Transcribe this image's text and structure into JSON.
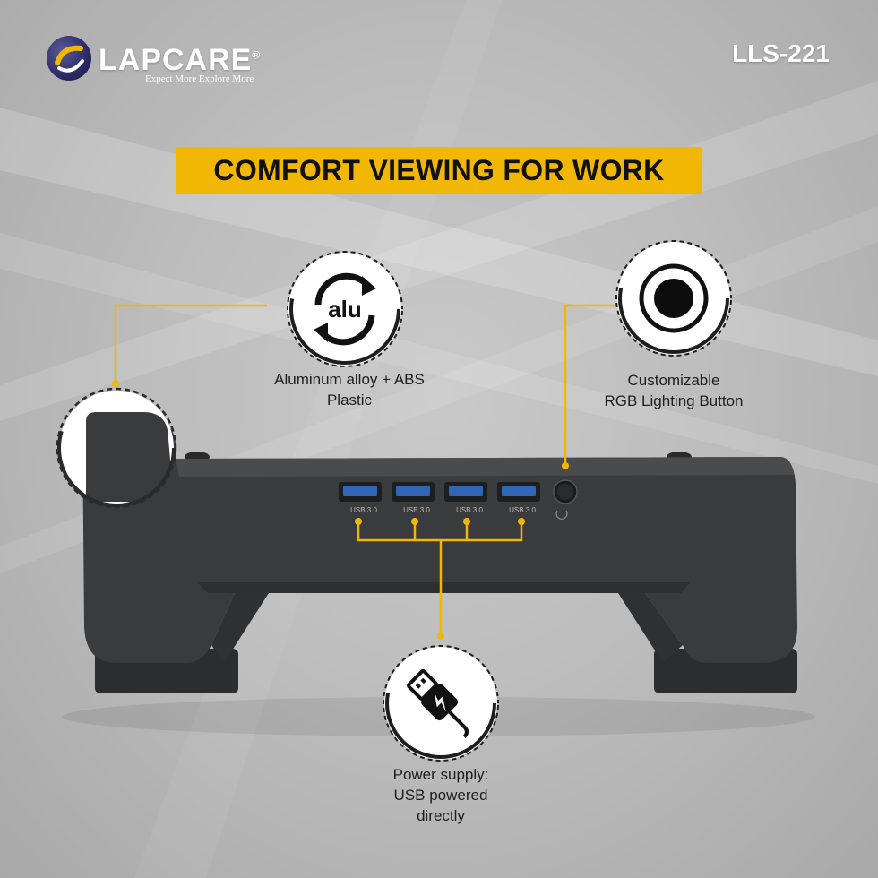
{
  "brand": {
    "name": "LAPCARE",
    "registered_mark": "®",
    "tagline": "Expect More Explore More"
  },
  "model": "LLS-221",
  "headline": "COMFORT VIEWING FOR WORK",
  "features": {
    "material": {
      "icon": "alu-recycle-icon",
      "badge_text": "alu",
      "lines": [
        "Aluminum alloy + ABS",
        "Plastic"
      ]
    },
    "rgb_button": {
      "icon": "round-button-icon",
      "lines": [
        "Customizable",
        "RGB Lighting Button"
      ]
    },
    "power": {
      "icon": "usb-plug-icon",
      "lines": [
        "Power supply:",
        "USB powered",
        "directly"
      ]
    }
  },
  "ports": [
    "USB 3.0",
    "USB 3.0",
    "USB 3.0",
    "USB 3.0"
  ],
  "colors": {
    "accent_yellow": "#f2b705",
    "product_gray": "#3a3b3d",
    "port_blue": "#2f66b8",
    "background": "#bdbdbd"
  }
}
